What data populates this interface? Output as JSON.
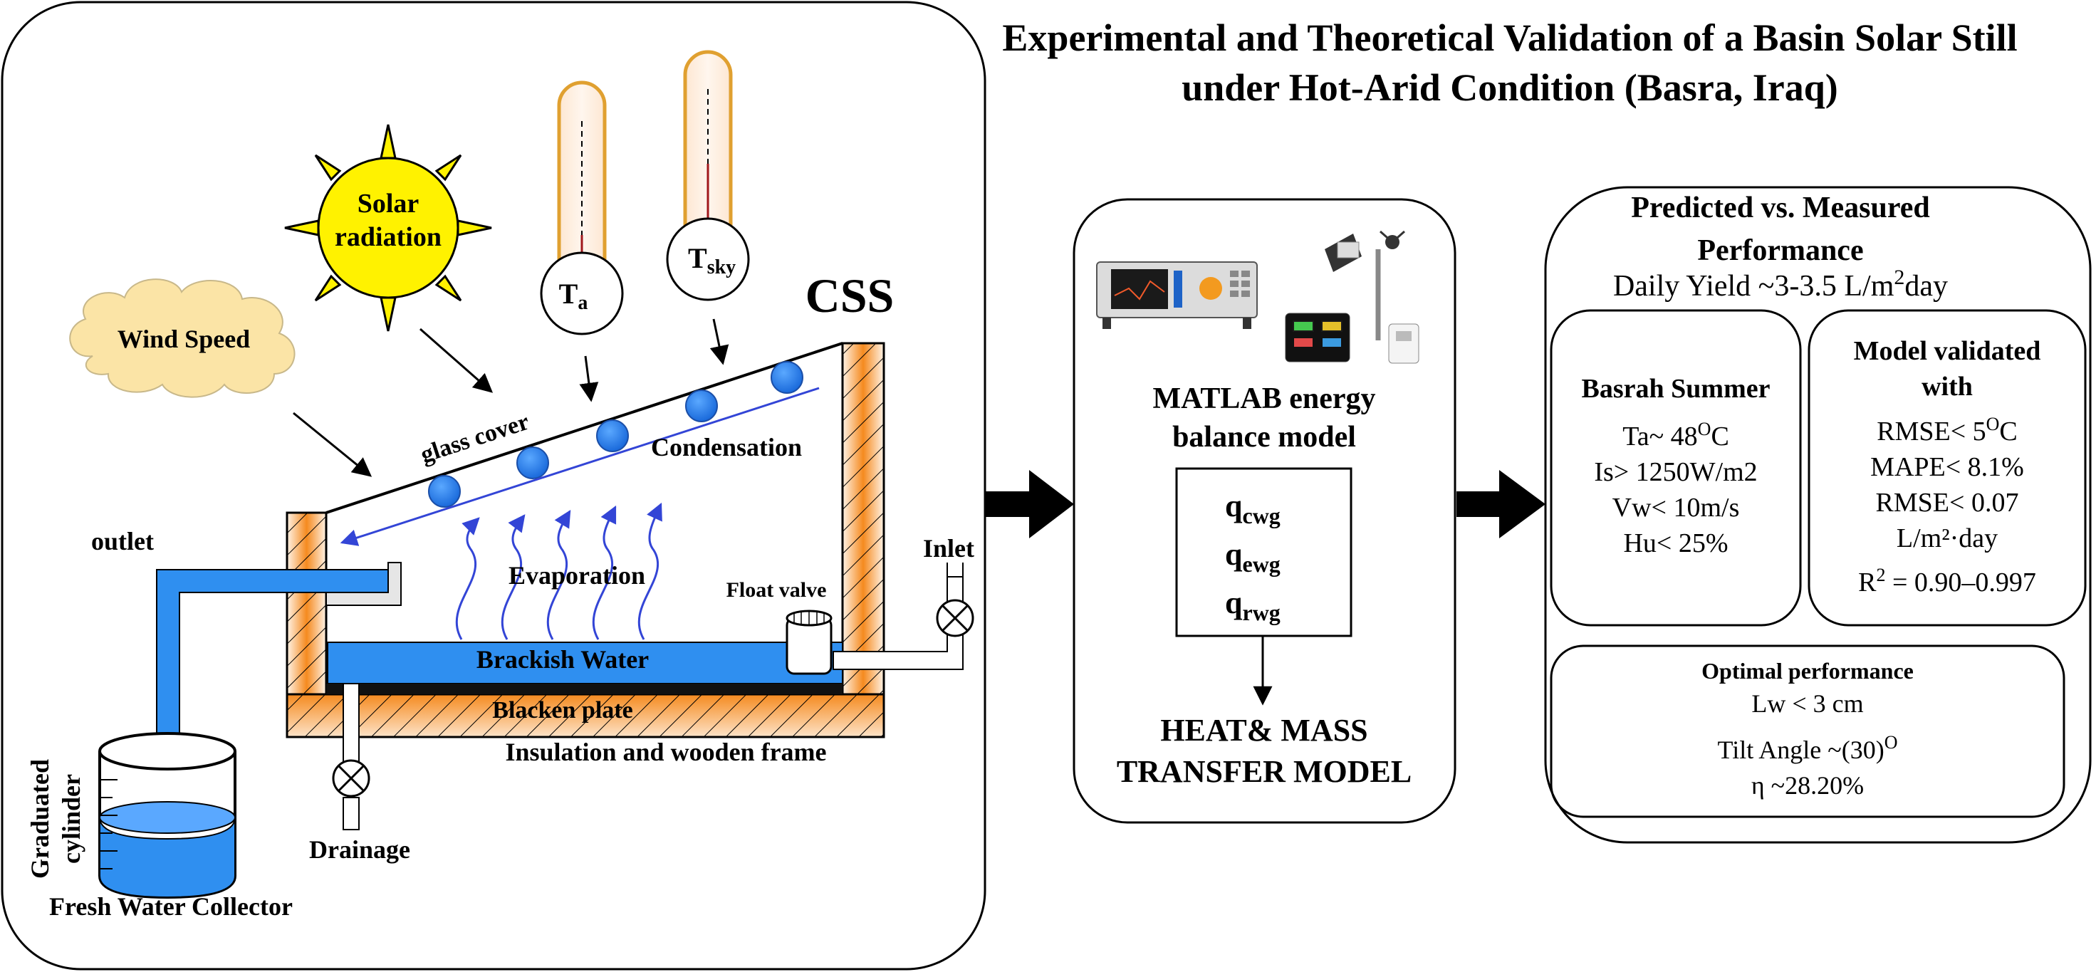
{
  "title": {
    "line1": "Experimental and Theoretical Validation of a Basin Solar Still",
    "line2": "under Hot-Arid Condition (Basra, Iraq)"
  },
  "left_panel": {
    "solar_line1": "Solar",
    "solar_line2": "radiation",
    "wind_speed": "Wind Speed",
    "ta_main": "T",
    "ta_sub": "a",
    "tsky_main": "T",
    "tsky_sub": "sky",
    "css": "CSS",
    "glass_cover": "glass cover",
    "condensation": "Condensation",
    "evaporation": "Evaporation",
    "outlet": "outlet",
    "inlet": "Inlet",
    "float_valve": "Float valve",
    "brackish_water": "Brackish Water",
    "blacken_plate": "Blacken plate",
    "insulation": "Insulation and wooden frame",
    "drainage": "Drainage",
    "graduated": "Graduated",
    "cylinder": "cylinder",
    "fresh_water": "Fresh Water Collector"
  },
  "middle_panel": {
    "matlab_line1": "MATLAB energy",
    "matlab_line2": "balance model",
    "q_main": "q",
    "q1_sub": "cwg",
    "q2_sub": "ewg",
    "q3_sub": "rwg",
    "heat_line1": "HEAT& MASS",
    "heat_line2": "TRANSFER MODEL"
  },
  "right_panel": {
    "heading1": "Predicted vs. Measured",
    "heading2": "Performance",
    "yield_pre": "Daily Yield ~3-3.5 L/m",
    "yield_sup": "2",
    "yield_post": "day",
    "basrah_title": "Basrah Summer",
    "basrah_ta_pre": "Ta~ 48",
    "basrah_ta_sup": "O",
    "basrah_ta_post": "C",
    "basrah_is": "Is> 1250W/m2",
    "basrah_vw": "Vw< 10m/s",
    "basrah_hu": "Hu< 25%",
    "model_title1": "Model validated",
    "model_title2": "with",
    "rmse1_pre": "RMSE< 5",
    "rmse1_sup": "O",
    "rmse1_post": "C",
    "mape": "MAPE< 8.1%",
    "rmse2": "RMSE< 0.07",
    "rmse2_unit": "L/m²·day",
    "r2_pre": "R",
    "r2_sup": "2",
    "r2_post": " = 0.90–0.997",
    "optimal_title": "Optimal performance",
    "lw": "Lw < 3 cm",
    "tilt_pre": "Tilt Angle ~(30)",
    "tilt_sup": "O",
    "eta": "η ~28.20%"
  },
  "colors": {
    "water": "#2f8ff0",
    "sun": "#fff200",
    "wall_orange": "#f58a1f",
    "cloud": "#fbe4a6",
    "arrow_blue": "#3345d6",
    "drop_blue": "#1e78f0"
  }
}
